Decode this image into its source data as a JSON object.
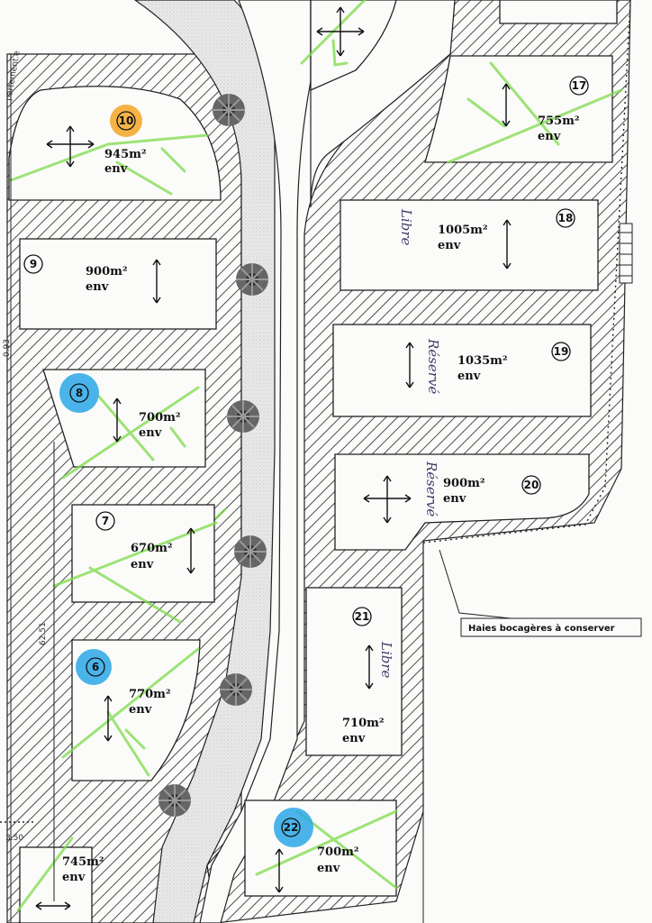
{
  "map": {
    "top_left_text": "partement.e",
    "hedges_label": "Haies bocagères à conserver",
    "margin_numbers": [
      "62.51",
      "0.93",
      "3.50"
    ],
    "colors": {
      "hatch": "#222222",
      "paper": "#fbfbfa",
      "green_marker": "#7ddc4a",
      "blue_marker": "#2aa7e6",
      "orange_marker": "#f3a424",
      "tree": "#555555"
    },
    "lots": [
      {
        "id": "lot-10",
        "number": "10",
        "area": "945m²",
        "unit": "env",
        "status": "",
        "highlight": "orange-marker"
      },
      {
        "id": "lot-9",
        "number": "9",
        "area": "900m²",
        "unit": "env",
        "status": "",
        "highlight": ""
      },
      {
        "id": "lot-8",
        "number": "8",
        "area": "700m²",
        "unit": "env",
        "status": "",
        "highlight": "blue-marker"
      },
      {
        "id": "lot-7",
        "number": "7",
        "area": "670m²",
        "unit": "env",
        "status": "",
        "highlight": ""
      },
      {
        "id": "lot-6",
        "number": "6",
        "area": "770m²",
        "unit": "env",
        "status": "",
        "highlight": "blue-marker"
      },
      {
        "id": "lot-5",
        "number": "",
        "area": "745m²",
        "unit": "env",
        "status": "",
        "highlight": ""
      },
      {
        "id": "lot-17",
        "number": "17",
        "area": "755m²",
        "unit": "env",
        "status": "",
        "highlight": ""
      },
      {
        "id": "lot-18",
        "number": "18",
        "area": "1005m²",
        "unit": "env",
        "status": "Libre",
        "highlight": ""
      },
      {
        "id": "lot-19",
        "number": "19",
        "area": "1035m²",
        "unit": "env",
        "status": "Réservé",
        "highlight": ""
      },
      {
        "id": "lot-20",
        "number": "20",
        "area": "900m²",
        "unit": "env",
        "status": "Réservé",
        "highlight": ""
      },
      {
        "id": "lot-21",
        "number": "21",
        "area": "710m²",
        "unit": "env",
        "status": "Libre",
        "highlight": ""
      },
      {
        "id": "lot-22",
        "number": "22",
        "area": "700m²",
        "unit": "env",
        "status": "",
        "highlight": "blue-marker"
      }
    ]
  }
}
